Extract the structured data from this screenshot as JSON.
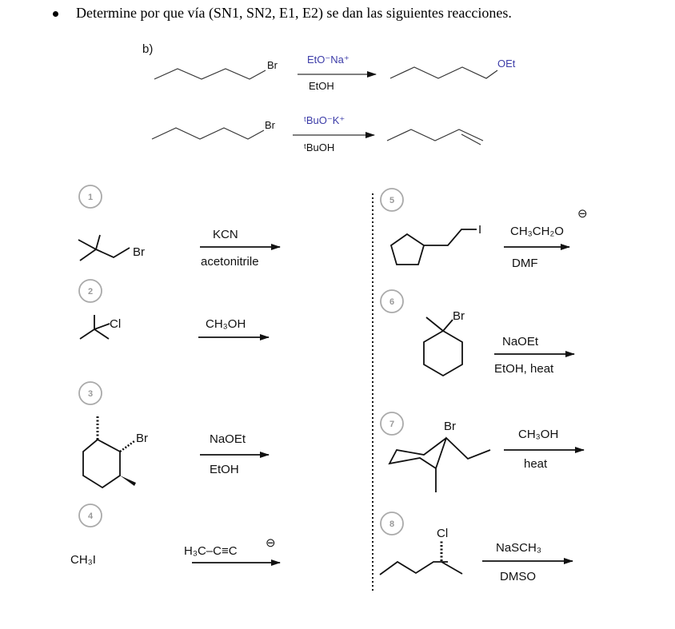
{
  "header": {
    "text": "Determine por que vía (SN1, SN2, E1, E2) se dan las siguientes reacciones."
  },
  "part_b": {
    "label": "b)",
    "reactions": [
      {
        "leaving_group": "Br",
        "reagent_top": "EtO⁻Na⁺",
        "reagent_bottom": "EtOH",
        "product_group": "OEt"
      },
      {
        "leaving_group": "Br",
        "reagent_top": "ᵗBuO⁻K⁺",
        "reagent_bottom": "ᵗBuOH"
      }
    ]
  },
  "problems": [
    {
      "number": "1",
      "substrate_label": "Br",
      "reagent_top": "KCN",
      "reagent_bottom": "acetonitrile"
    },
    {
      "number": "2",
      "substrate_label": "Cl",
      "reagent_top": "CH₃OH"
    },
    {
      "number": "3",
      "substrate_label": "Br",
      "reagent_top": "NaOEt",
      "reagent_bottom": "EtOH"
    },
    {
      "number": "4",
      "substrate_label": "CH₃I",
      "reagent_top": "H₃C–C≡C",
      "charge": "⊖"
    },
    {
      "number": "5",
      "substrate_label": "I",
      "reagent_top": "CH₃CH₂O",
      "charge": "⊖",
      "reagent_bottom": "DMF"
    },
    {
      "number": "6",
      "substrate_label": "Br",
      "reagent_top": "NaOEt",
      "reagent_bottom": "EtOH, heat"
    },
    {
      "number": "7",
      "substrate_label": "Br",
      "reagent_top": "CH₃OH",
      "reagent_bottom": "heat"
    },
    {
      "number": "8",
      "substrate_label": "Cl",
      "reagent_top": "NaSCH₃",
      "reagent_bottom": "DMSO"
    }
  ]
}
